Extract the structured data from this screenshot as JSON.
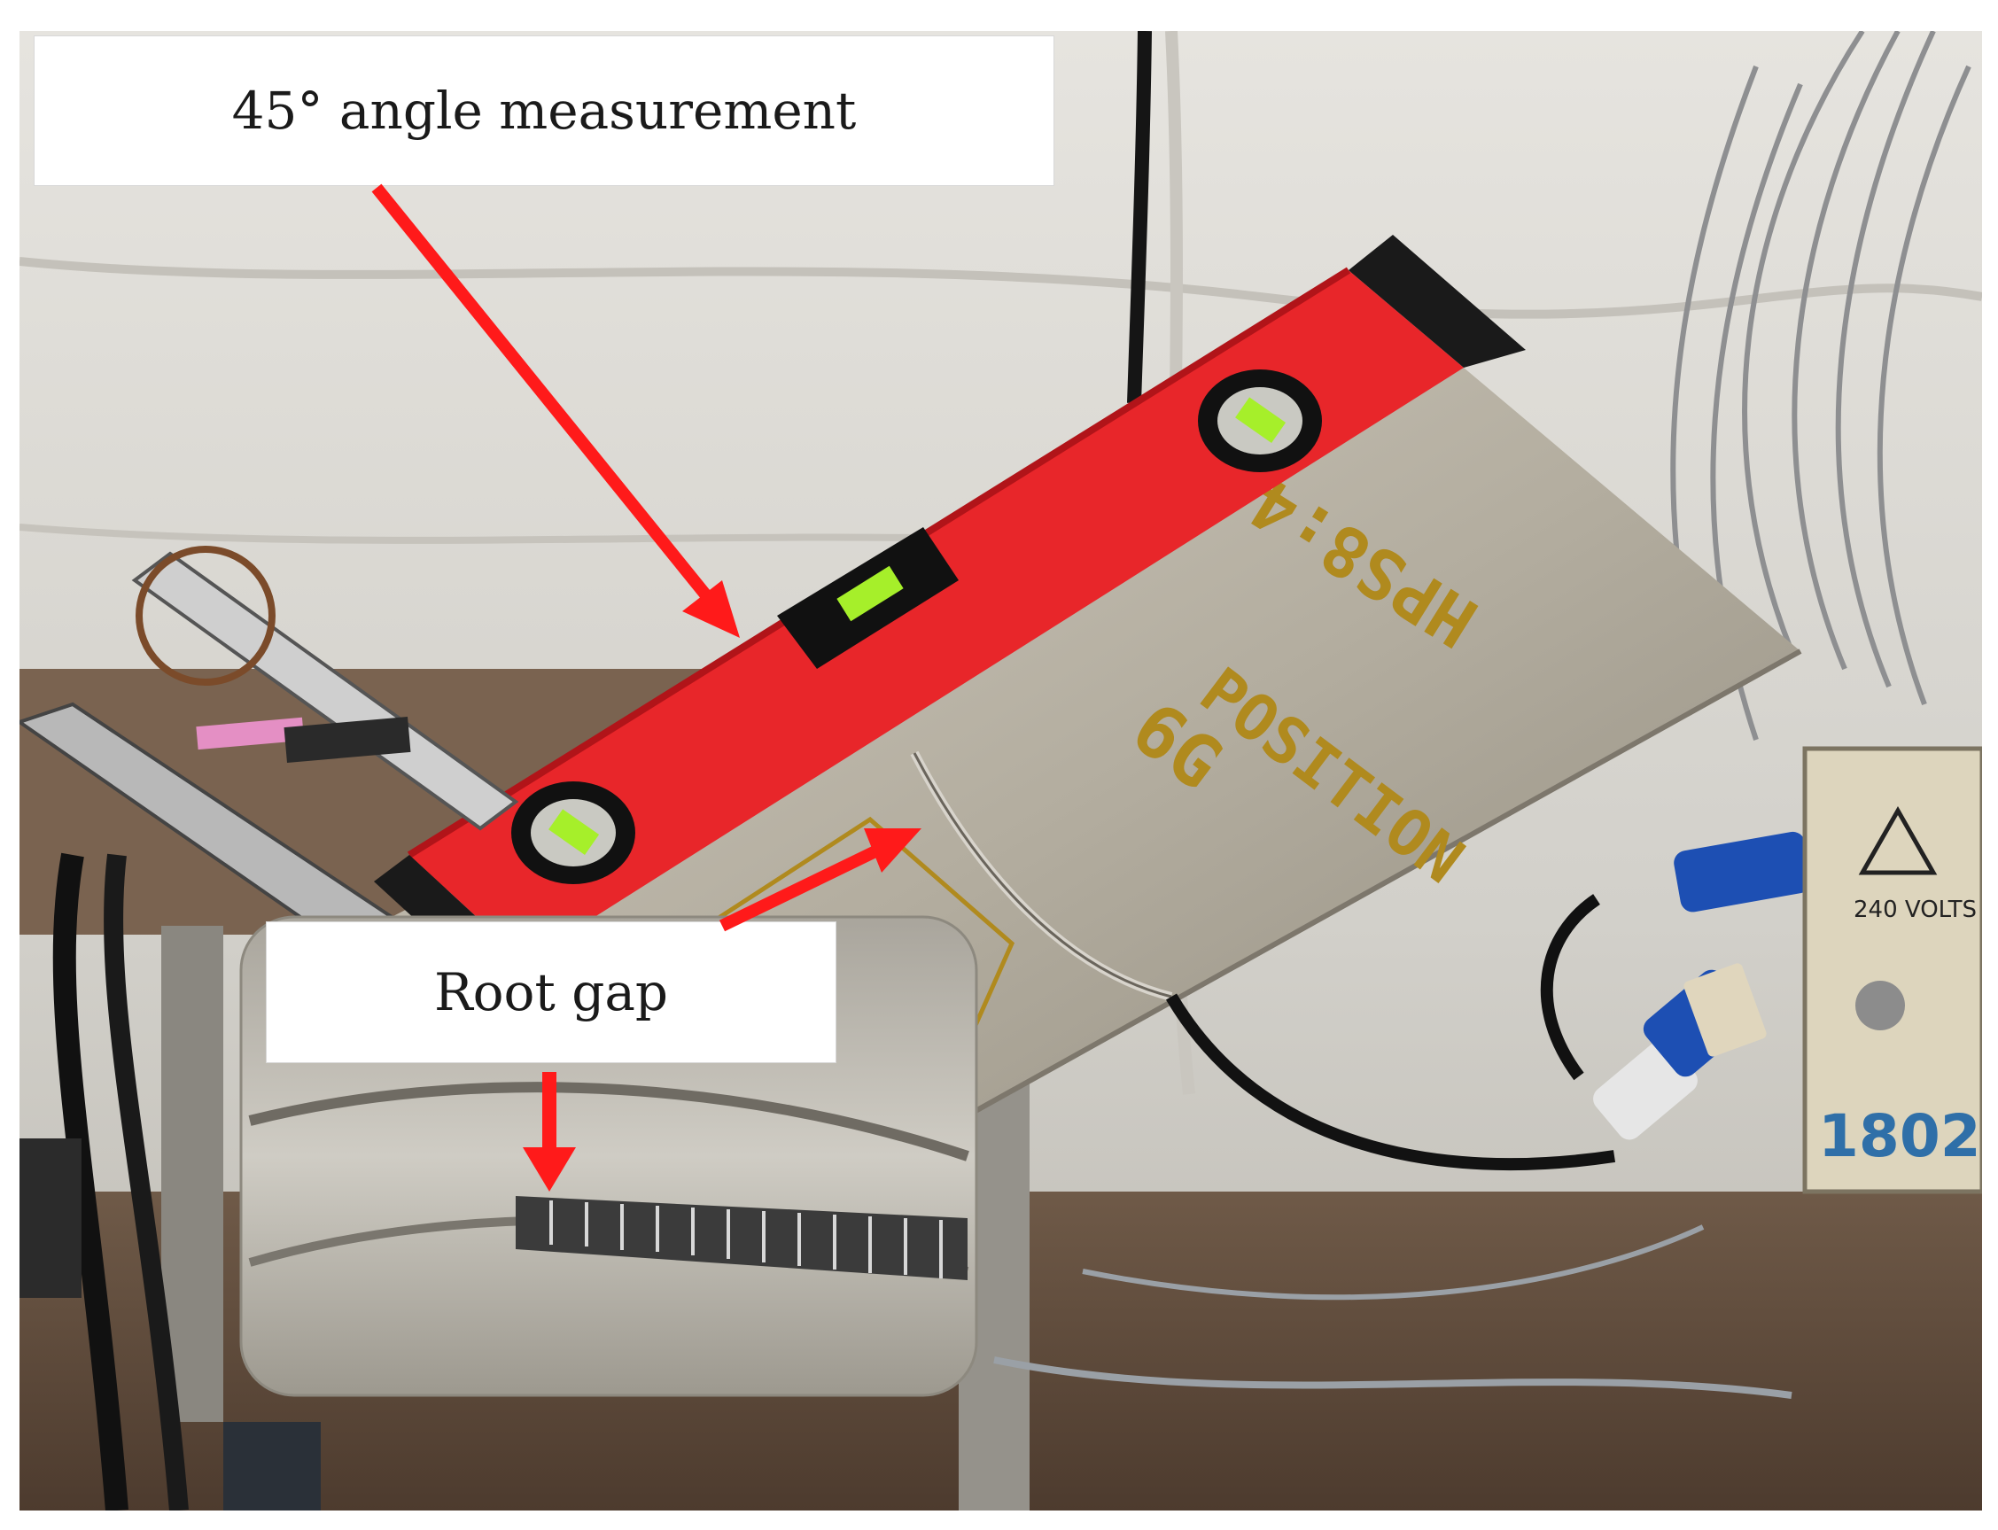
{
  "annotations": {
    "angle_label": "45° angle measurement",
    "root_gap_label": "Root gap"
  },
  "scene": {
    "pipe_marking_line1": "HPS8:4",
    "pipe_marking_line2": "POSITION",
    "pipe_marking_line3": "6G",
    "box_voltage_label": "240 VOLTS",
    "box_number": "1802"
  },
  "colors": {
    "arrow": "#ff1a1a",
    "spirit_level": "#e8262a",
    "pipe": "#b9b3a6",
    "tent": "#d8d6d0"
  }
}
